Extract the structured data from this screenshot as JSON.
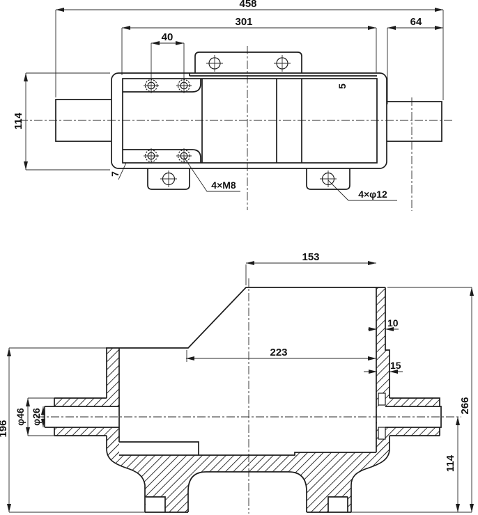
{
  "drawing": {
    "kind": "two-view gearbox housing engineering drawing",
    "background": "#ffffff",
    "line_color": "#1c1c1c"
  },
  "top": {
    "d458": "458",
    "d301": "301",
    "d64": "64",
    "d40": "40",
    "d114": "114",
    "d5": "5",
    "d7": "7",
    "m8": "4×M8",
    "phi12": "4×φ12"
  },
  "section": {
    "d153": "153",
    "d223": "223",
    "d10": "10",
    "d15": "15",
    "d266": "266",
    "d114": "114",
    "d196": "196",
    "phi46": "φ46",
    "phi26": "φ26"
  }
}
